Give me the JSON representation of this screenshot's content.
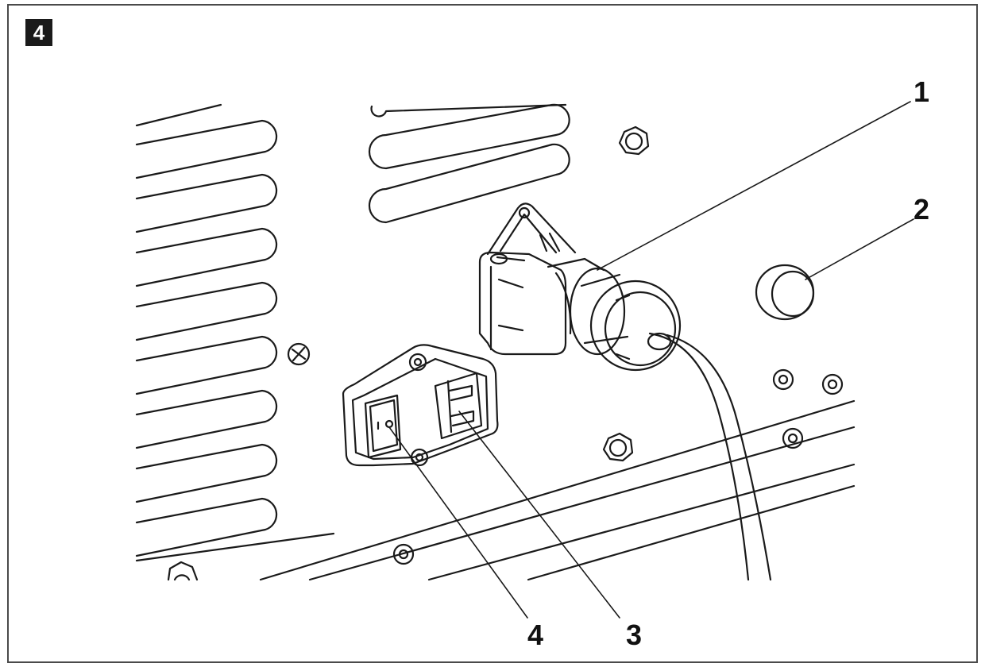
{
  "figure": {
    "number": "4"
  },
  "callouts": [
    {
      "id": "1",
      "label": "1"
    },
    {
      "id": "2",
      "label": "2"
    },
    {
      "id": "3",
      "label": "3"
    },
    {
      "id": "4",
      "label": "4"
    }
  ],
  "colors": {
    "line": "#1a1a1a",
    "frame": "#4a4a4a",
    "badge": "#1a1a1a",
    "background": "#ffffff"
  }
}
